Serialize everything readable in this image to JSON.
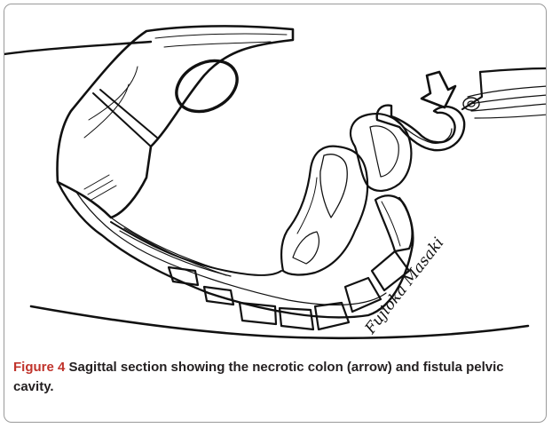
{
  "figure": {
    "label": "Figure 4",
    "caption_text": "Sagittal section showing the necrotic colon (arrow) and fistula pelvic cavity.",
    "signature": "Fujioka Masaki"
  },
  "colors": {
    "frame_border": "#9a9a9a",
    "figure_label": "#c0332b",
    "caption_text": "#231f20",
    "line_art": "#111111"
  }
}
